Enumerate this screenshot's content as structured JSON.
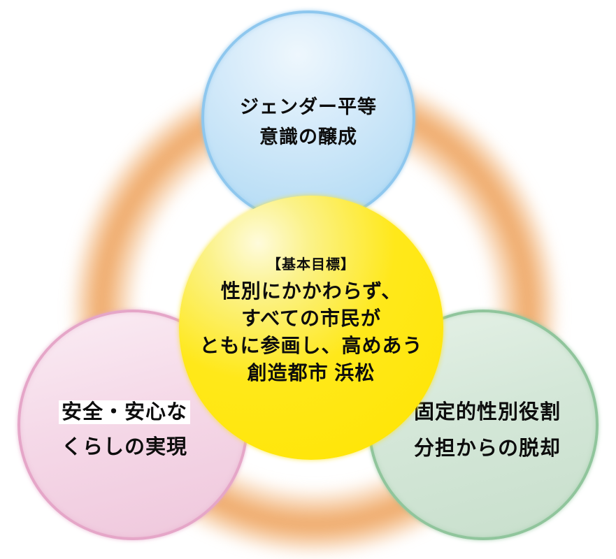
{
  "diagram": {
    "ring": {
      "color": "#F0A864"
    },
    "circles": {
      "top": {
        "lines": [
          "ジェンダー平等",
          "意識の醸成"
        ],
        "fill": "#C6E4F8",
        "border": "#8EC7EE"
      },
      "center": {
        "heading": "【基本目標】",
        "lines": [
          "性別にかかわらず、",
          "すべての市民が",
          "ともに参画し、高めあう",
          "創造都市 浜松"
        ],
        "fill": "#FFE81A"
      },
      "left": {
        "lines": [
          "安全・安心な",
          "くらしの実現"
        ],
        "fill": "#F3D3E5",
        "border": "#E5A6C8",
        "first_line_background": "#FFFFFF"
      },
      "right": {
        "lines": [
          "固定的性別役割",
          "分担からの脱却"
        ],
        "fill": "#D0E5D4",
        "border": "#90C59C"
      }
    }
  }
}
